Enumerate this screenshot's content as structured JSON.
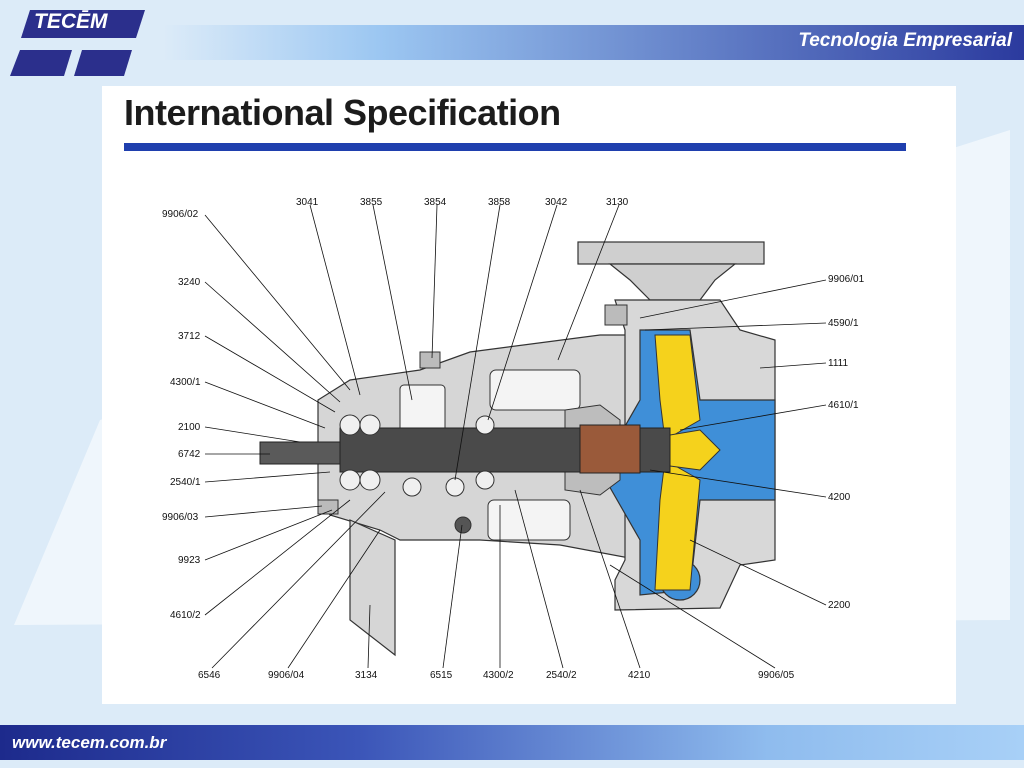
{
  "logo": {
    "text": "TECĒM"
  },
  "header": {
    "title": "Tecnologia Empresarial"
  },
  "slide": {
    "title": "International Specification"
  },
  "footer": {
    "url": "www.tecem.com.br"
  },
  "colors": {
    "accent_blue": "#1f3fae",
    "impeller_yellow": "#f5d21c",
    "casing_blue": "#3f8fd8",
    "header_dark": "#2b3a9e"
  },
  "labels": {
    "l9906_02": "9906/02",
    "l3041": "3041",
    "l3855": "3855",
    "l3854": "3854",
    "l3858": "3858",
    "l3042": "3042",
    "l3130": "3130",
    "l3240": "3240",
    "l3712": "3712",
    "l4300_1": "4300/1",
    "l2100": "2100",
    "l6742": "6742",
    "l2540_1": "2540/1",
    "l9906_03": "9906/03",
    "l9923": "9923",
    "l4610_2": "4610/2",
    "l6546": "6546",
    "l9906_04": "9906/04",
    "l3134": "3134",
    "l6515": "6515",
    "l4300_2": "4300/2",
    "l2540_2": "2540/2",
    "l4210": "4210",
    "l9906_05": "9906/05",
    "l9906_01": "9906/01",
    "l4590_1": "4590/1",
    "l1111": "1111",
    "l4610_1": "4610/1",
    "l4200": "4200",
    "l2200": "2200"
  }
}
